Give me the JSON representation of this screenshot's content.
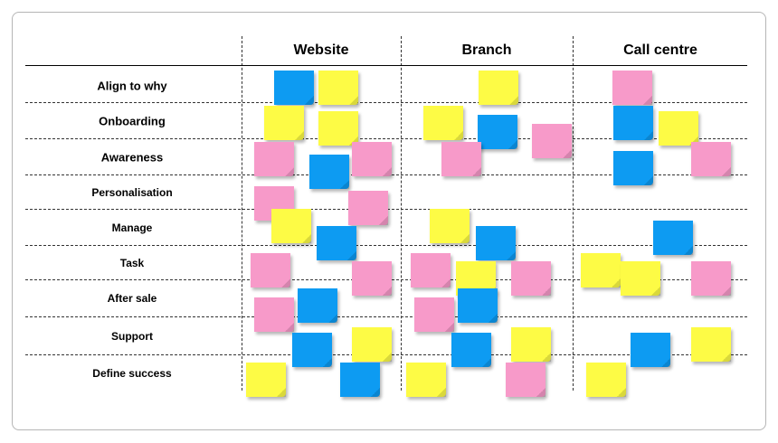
{
  "colors": {
    "blue": "#0d9bf2",
    "yellow": "#fdfb45",
    "pink": "#f79ac9"
  },
  "columns": [
    "Website",
    "Branch",
    "Call centre"
  ],
  "rows": [
    "Align to why",
    "Onboarding",
    "Awareness",
    "Personalisation",
    "Manage",
    "Task",
    "After sale",
    "Support",
    "Define success"
  ],
  "notes": [
    {
      "row": 0,
      "column": 0,
      "color": "blue"
    },
    {
      "row": 0,
      "column": 0,
      "color": "yellow"
    },
    {
      "row": 0,
      "column": 1,
      "color": "yellow"
    },
    {
      "row": 0,
      "column": 2,
      "color": "pink"
    },
    {
      "row": 1,
      "column": 0,
      "color": "yellow"
    },
    {
      "row": 1,
      "column": 0,
      "color": "yellow"
    },
    {
      "row": 1,
      "column": 1,
      "color": "yellow"
    },
    {
      "row": 1,
      "column": 1,
      "color": "blue"
    },
    {
      "row": 1,
      "column": 1,
      "color": "pink"
    },
    {
      "row": 1,
      "column": 2,
      "color": "blue"
    },
    {
      "row": 1,
      "column": 2,
      "color": "yellow"
    },
    {
      "row": 2,
      "column": 0,
      "color": "pink"
    },
    {
      "row": 2,
      "column": 0,
      "color": "blue"
    },
    {
      "row": 2,
      "column": 0,
      "color": "pink"
    },
    {
      "row": 2,
      "column": 1,
      "color": "pink"
    },
    {
      "row": 2,
      "column": 2,
      "color": "blue"
    },
    {
      "row": 2,
      "column": 2,
      "color": "pink"
    },
    {
      "row": 3,
      "column": 0,
      "color": "pink"
    },
    {
      "row": 3,
      "column": 0,
      "color": "pink"
    },
    {
      "row": 4,
      "column": 0,
      "color": "yellow"
    },
    {
      "row": 4,
      "column": 0,
      "color": "blue"
    },
    {
      "row": 4,
      "column": 1,
      "color": "yellow"
    },
    {
      "row": 4,
      "column": 1,
      "color": "blue"
    },
    {
      "row": 4,
      "column": 2,
      "color": "blue"
    },
    {
      "row": 5,
      "column": 0,
      "color": "pink"
    },
    {
      "row": 5,
      "column": 0,
      "color": "pink"
    },
    {
      "row": 5,
      "column": 1,
      "color": "pink"
    },
    {
      "row": 5,
      "column": 1,
      "color": "yellow"
    },
    {
      "row": 5,
      "column": 1,
      "color": "pink"
    },
    {
      "row": 5,
      "column": 2,
      "color": "yellow"
    },
    {
      "row": 5,
      "column": 2,
      "color": "yellow"
    },
    {
      "row": 5,
      "column": 2,
      "color": "pink"
    },
    {
      "row": 6,
      "column": 0,
      "color": "pink"
    },
    {
      "row": 6,
      "column": 0,
      "color": "blue"
    },
    {
      "row": 6,
      "column": 1,
      "color": "pink"
    },
    {
      "row": 6,
      "column": 1,
      "color": "blue"
    },
    {
      "row": 7,
      "column": 0,
      "color": "blue"
    },
    {
      "row": 7,
      "column": 0,
      "color": "yellow"
    },
    {
      "row": 7,
      "column": 1,
      "color": "blue"
    },
    {
      "row": 7,
      "column": 1,
      "color": "yellow"
    },
    {
      "row": 7,
      "column": 2,
      "color": "blue"
    },
    {
      "row": 7,
      "column": 2,
      "color": "yellow"
    },
    {
      "row": 8,
      "column": 0,
      "color": "yellow"
    },
    {
      "row": 8,
      "column": 0,
      "color": "blue"
    },
    {
      "row": 8,
      "column": 1,
      "color": "yellow"
    },
    {
      "row": 8,
      "column": 1,
      "color": "pink"
    },
    {
      "row": 8,
      "column": 2,
      "color": "yellow"
    }
  ]
}
